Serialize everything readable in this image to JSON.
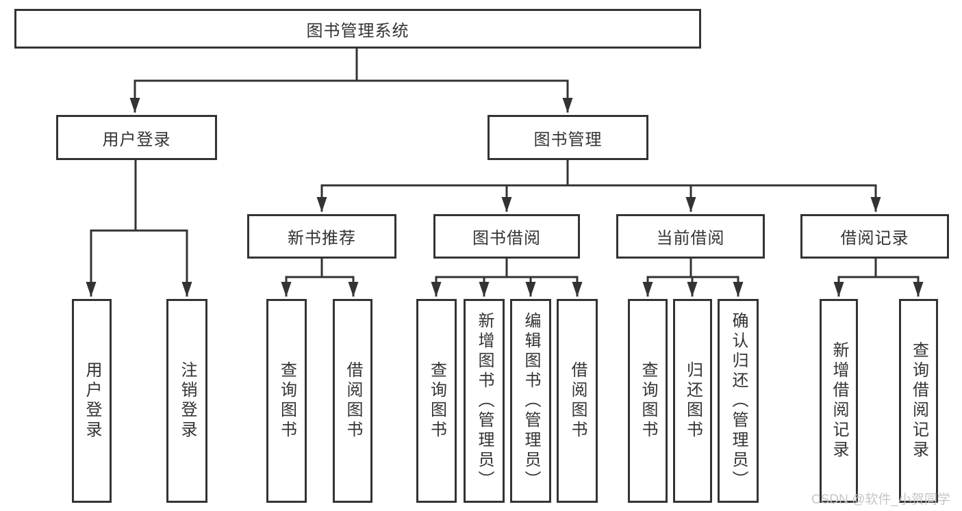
{
  "diagram": {
    "root": {
      "label": "图书管理系统"
    },
    "user_login": {
      "label": "用户登录",
      "children": {
        "login": {
          "label": "用户登录"
        },
        "logout": {
          "label": "注销登录"
        }
      }
    },
    "book_management": {
      "label": "图书管理",
      "new_book_recommend": {
        "label": "新书推荐",
        "children": {
          "query": {
            "label": "查询图书"
          },
          "borrow": {
            "label": "借阅图书"
          }
        }
      },
      "book_borrowing": {
        "label": "图书借阅",
        "children": {
          "query": {
            "label": "查询图书"
          },
          "add": {
            "label": "新增图书（管理员）"
          },
          "edit": {
            "label": "编辑图书（管理员）"
          },
          "borrow": {
            "label": "借阅图书"
          }
        }
      },
      "current_borrowing": {
        "label": "当前借阅",
        "children": {
          "query": {
            "label": "查询图书"
          },
          "return": {
            "label": "归还图书"
          },
          "confirm": {
            "label": "确认归还（管理员）"
          }
        }
      },
      "borrow_records": {
        "label": "借阅记录",
        "children": {
          "add": {
            "label": "新增借阅记录"
          },
          "query": {
            "label": "查询借阅记录"
          }
        }
      }
    },
    "colors": {
      "line": "#333333",
      "box_border": "#333333",
      "text": "#333333",
      "background": "#ffffff",
      "watermark": "#c6c6c6"
    }
  },
  "watermark": {
    "text": "CSDN @软件_小贺同学"
  }
}
